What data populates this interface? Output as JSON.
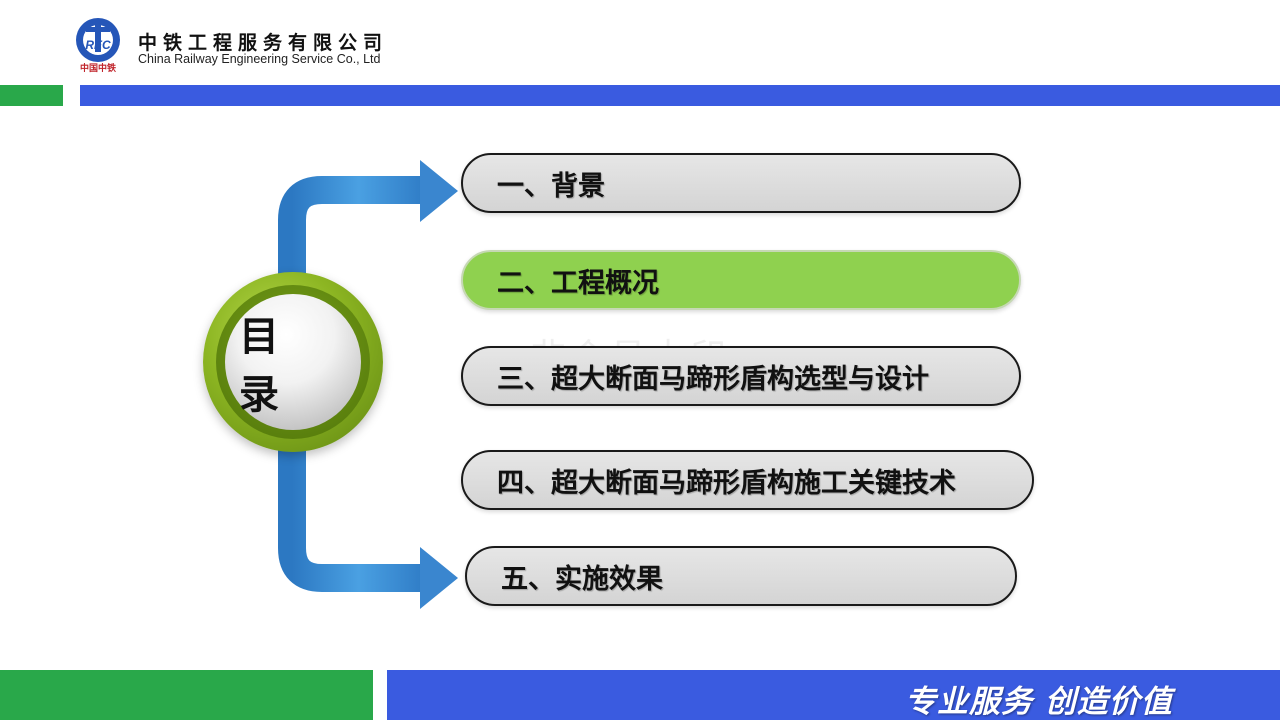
{
  "header": {
    "company_cn": "中铁工程服务有限公司",
    "company_en": "China Railway Engineering Service Co., Ltd",
    "logo_text": "REC",
    "logo_caption": "中国中铁"
  },
  "watermark": "非会员水印",
  "toc": {
    "title": "目 录",
    "items": [
      {
        "label": "一、背景"
      },
      {
        "label": "二、工程概况"
      },
      {
        "label": "三、超大断面马蹄形盾构选型与设计"
      },
      {
        "label": "四、超大断面马蹄形盾构施工关键技术"
      },
      {
        "label": "五、实施效果"
      }
    ]
  },
  "footer": {
    "slogan": "专业服务  创造价值"
  },
  "colors": {
    "brand_blue": "#3a5be0",
    "brand_green": "#29a84a",
    "active_item": "#8fd14f",
    "arrow_blue": "#3d8fd1"
  },
  "icons": {
    "logo": "china-railway-logo-icon",
    "arrows": "curved-arrow-icon"
  }
}
